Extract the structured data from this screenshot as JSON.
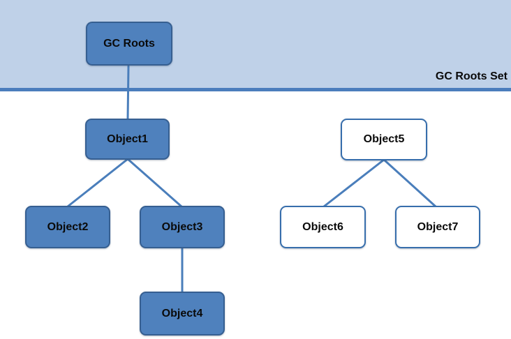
{
  "diagram": {
    "band_label": "GC Roots Set",
    "nodes": [
      {
        "id": "gc-roots",
        "label": "GC Roots",
        "variant": "filled"
      },
      {
        "id": "object1",
        "label": "Object1",
        "variant": "filled"
      },
      {
        "id": "object2",
        "label": "Object2",
        "variant": "filled"
      },
      {
        "id": "object3",
        "label": "Object3",
        "variant": "filled"
      },
      {
        "id": "object4",
        "label": "Object4",
        "variant": "filled"
      },
      {
        "id": "object5",
        "label": "Object5",
        "variant": "outline"
      },
      {
        "id": "object6",
        "label": "Object6",
        "variant": "outline"
      },
      {
        "id": "object7",
        "label": "Object7",
        "variant": "outline"
      }
    ],
    "edges": [
      {
        "from": "gc-roots",
        "to": "object1"
      },
      {
        "from": "object1",
        "to": "object2"
      },
      {
        "from": "object1",
        "to": "object3"
      },
      {
        "from": "object3",
        "to": "object4"
      },
      {
        "from": "object5",
        "to": "object6"
      },
      {
        "from": "object5",
        "to": "object7"
      }
    ],
    "colors": {
      "band_background": "#bfd1e8",
      "divider_line": "#4b7dbc",
      "connector_line": "#4a7ebb",
      "filled_node_fill": "#4f81bd",
      "filled_node_border": "#365f91",
      "outline_node_fill": "#ffffff",
      "outline_node_border": "#376eac",
      "text": "#0a0a0a"
    }
  }
}
